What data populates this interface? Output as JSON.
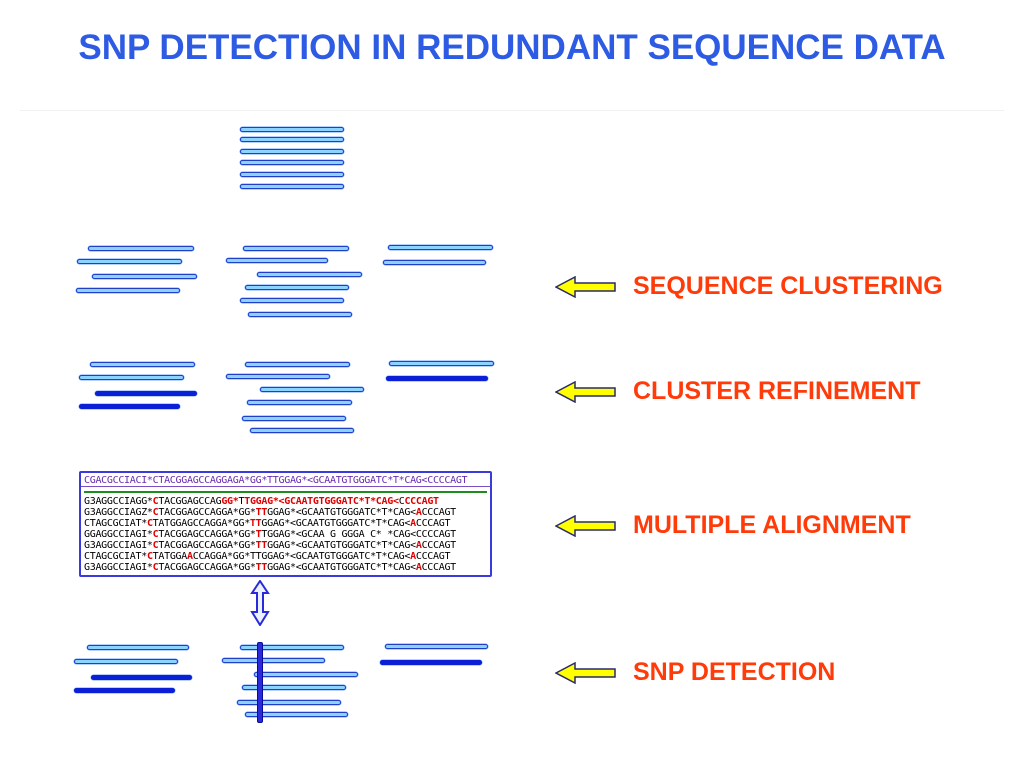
{
  "title": "SNP DETECTION IN REDUNDANT SEQUENCE DATA",
  "steps": [
    {
      "label": "SEQUENCE CLUSTERING",
      "icon": "left-arrow-icon"
    },
    {
      "label": "CLUSTER REFINEMENT",
      "icon": "left-arrow-icon"
    },
    {
      "label": "MULTIPLE ALIGNMENT",
      "icon": "left-arrow-icon"
    },
    {
      "label": "SNP DETECTION",
      "icon": "left-arrow-icon"
    }
  ],
  "alignment": {
    "consensus": "CGACGCCIACI*CTACGGAGCCAGGAGA*GG*TTGGAG*<GCAATGTGGGATC*T*CAG<CCCCAGT",
    "rows": [
      [
        "G3AGGCCIAGG*",
        "C",
        "TACGGAGCCAG",
        "GG*",
        "T",
        "TGGAG*<GCAATGTGGGATC*T*CAG<",
        "C",
        "CCCAGT"
      ],
      [
        "G3AGGCCIAGZ*",
        "C",
        "TACGGAGCCAGGA*GG*",
        "TT",
        "GGAG*<GCAATGTGGGATC*T*CAG<",
        "A",
        "CCCAGT"
      ],
      [
        "CTAGCGCIAT*",
        "C",
        "TATGGAGCCAGGA*GG*",
        "TT",
        "GGAG*<GCAATGTGGGATC*T*CAG<",
        "A",
        "CCCAGT"
      ],
      [
        "GGAGGCCIAGI*",
        "C",
        "TACGGAGCCAGGA*GG*",
        "T",
        "TGGAG*<GCAA G GGGA C* *CAG<CCCCAGT",
        "",
        ""
      ],
      [
        "G3AGGCCIAGI*",
        "C",
        "TACGGAGCCAGGA*GG*",
        "TT",
        "GGAG*<GCAATGTGGGATC*T*CAG<",
        "A",
        "CCCAGT"
      ],
      [
        "CTAGCGCIAT*",
        "C",
        "TATGGA",
        "A",
        "CCAGGA*GG*TTGGAG*<GCAATGTGGGATC*T*CAG<",
        "A",
        "CCCAGT"
      ],
      [
        "G3AGGCCIAGI*",
        "C",
        "TACGGAGCCAGGA*GG*",
        "TT",
        "GGAG*<GCAATGTGGGATC*T*CAG<",
        "A",
        "CCCAGT"
      ]
    ]
  },
  "colors": {
    "title": "#2d5be3",
    "labels": "#ff3b0a",
    "sequence_fill": "#8cd3ff",
    "sequence_border": "#1f3fc8",
    "refined_sequence": "#0a1fd6",
    "arrow_fill": "#ffff00",
    "snp_highlight": "#e00000"
  }
}
